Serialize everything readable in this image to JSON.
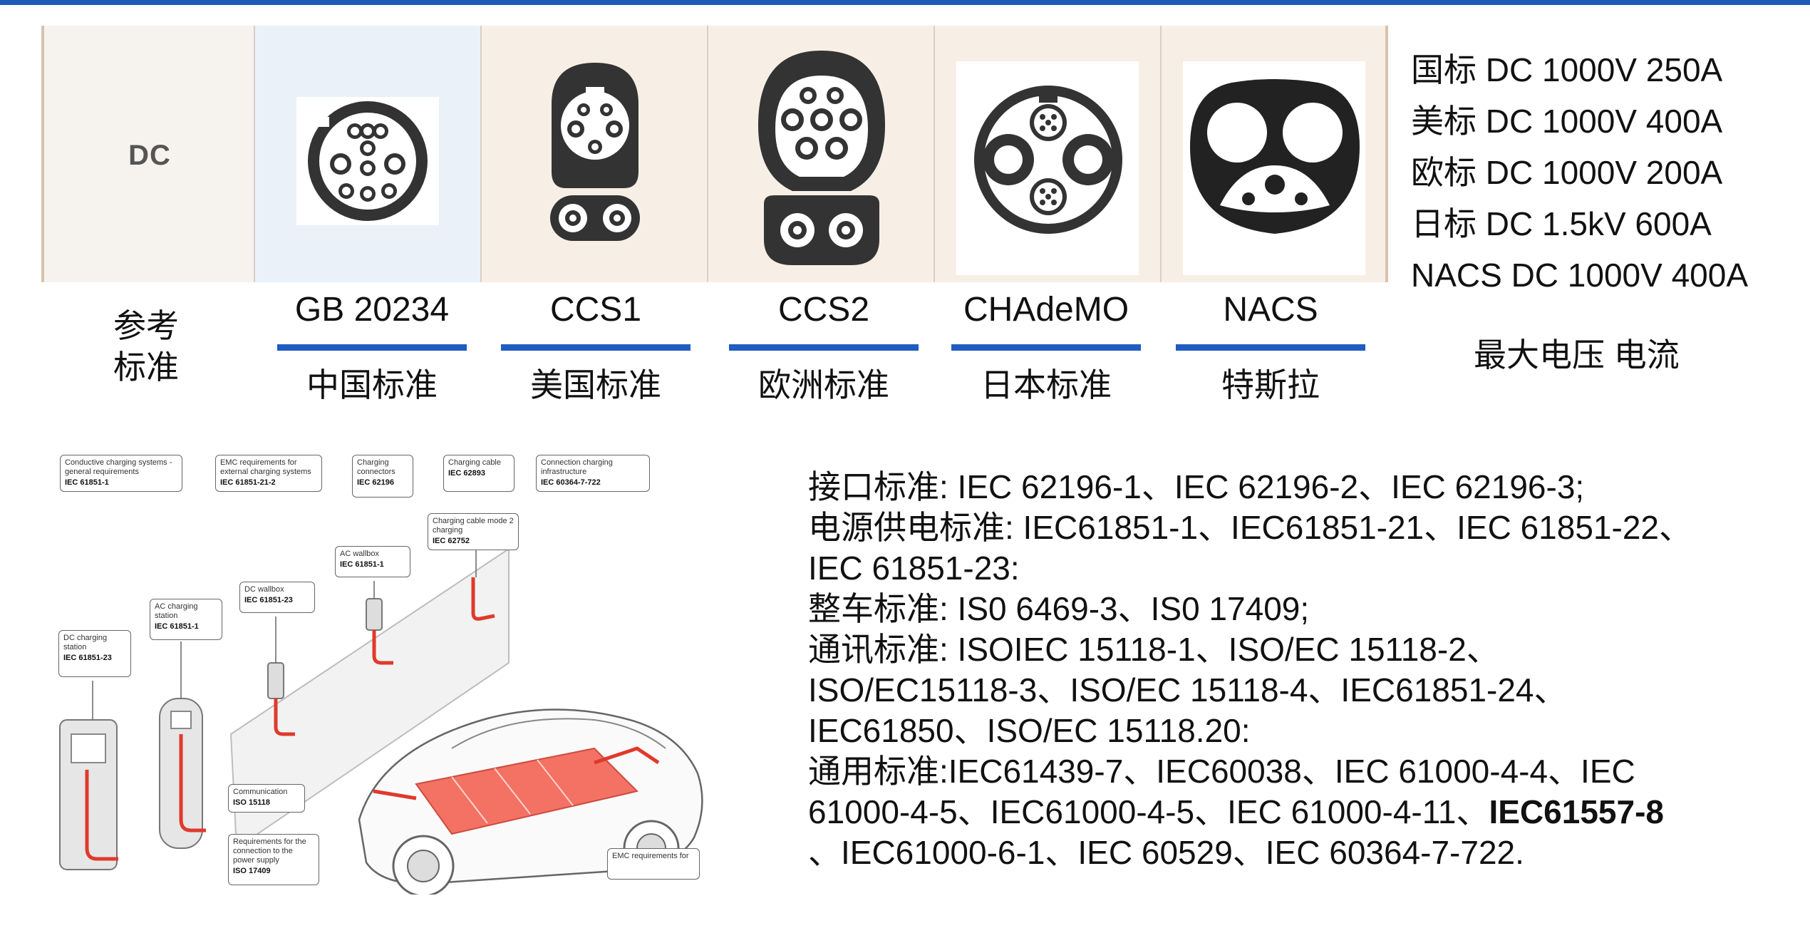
{
  "strip": {
    "dc_label": "DC",
    "connectors": [
      {
        "icon": "gb-20234-connector-icon"
      },
      {
        "icon": "ccs1-connector-icon"
      },
      {
        "icon": "ccs2-connector-icon"
      },
      {
        "icon": "chademo-connector-icon"
      },
      {
        "icon": "nacs-connector-icon"
      }
    ]
  },
  "specs": [
    "国标 DC 1000V 250A",
    "美标 DC 1000V 400A",
    "欧标 DC 1000V 200A",
    "日标 DC 1.5kV 600A",
    "NACS DC 1000V 400A"
  ],
  "reference_label": [
    "参考",
    "标准"
  ],
  "standards": [
    {
      "name": "GB 20234",
      "region": "中国标准"
    },
    {
      "name": "CCS1",
      "region": "美国标准"
    },
    {
      "name": "CCS2",
      "region": "欧洲标准"
    },
    {
      "name": "CHAdeMO",
      "region": "日本标准"
    },
    {
      "name": "NACS",
      "region": "特斯拉"
    }
  ],
  "max_label": "最大电压 电流",
  "diagram": {
    "boxes": [
      {
        "title": "Conductive charging systems - general requirements",
        "code": "IEC 61851-1"
      },
      {
        "title": "EMC requirements for external charging systems",
        "code": "IEC 61851-21-2"
      },
      {
        "title": "Charging connectors",
        "code": "IEC 62196"
      },
      {
        "title": "Charging cable",
        "code": "IEC 62893"
      },
      {
        "title": "Connection charging infrastructure",
        "code": "IEC 60364-7-722"
      },
      {
        "title": "Charging cable mode 2 charging",
        "code": "IEC 62752"
      },
      {
        "title": "AC wallbox",
        "code": "IEC 61851-1"
      },
      {
        "title": "DC wallbox",
        "code": "IEC 61851-23"
      },
      {
        "title": "AC charging station",
        "code": "IEC 61851-1"
      },
      {
        "title": "DC charging station",
        "code": "IEC 61851-23"
      },
      {
        "title": "Communication",
        "code": "ISO 15118"
      },
      {
        "title": "Requirements for the connection to the power supply",
        "code": "ISO 17409"
      },
      {
        "title": "EMC requirements for",
        "code": ""
      }
    ]
  },
  "std_text": {
    "line1": "接口标准: IEC 62196-1、IEC 62196-2、IEC 62196-3;",
    "line2": "电源供电标准: IEC61851-1、IEC61851-21、IEC 61851-22、",
    "line3": "IEC 61851-23:",
    "line4": "整车标准: IS0 6469-3、IS0 17409;",
    "line5": "通讯标准: ISOIEC 15118-1、ISO/EC 15118-2、",
    "line6": "ISO/EC15118-3、ISO/EC 15118-4、IEC61851-24、",
    "line7": "IEC61850、ISO/EC 15118.20:",
    "line8": "通用标准:IEC61439-7、IEC60038、IEC 61000-4-4、IEC",
    "line9_a": "61000-4-5、IEC61000-4-5、IEC 61000-4-11、",
    "line9_b": "IEC61557-8",
    "line10": "、IEC61000-6-1、IEC 60529、IEC 60364-7-722."
  },
  "colors": {
    "accent": "#1f5dc0",
    "red": "#e0392b"
  }
}
